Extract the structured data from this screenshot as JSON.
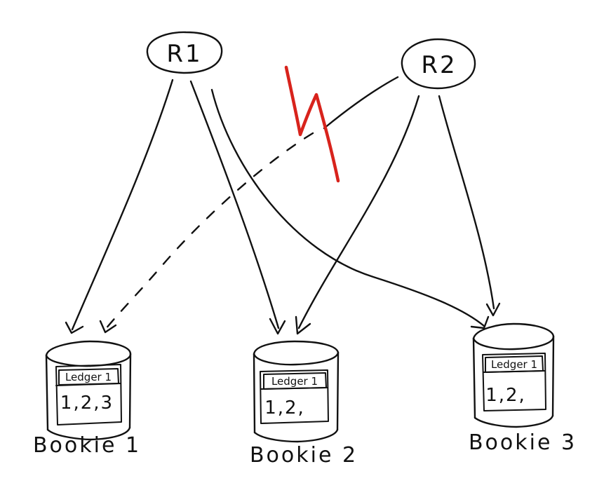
{
  "clients": [
    {
      "label": "R1"
    },
    {
      "label": "R2"
    }
  ],
  "bookies": [
    {
      "label": "Bookie 1",
      "ledger": "Ledger 1",
      "entries": "1,2,3"
    },
    {
      "label": "Bookie 2",
      "ledger": "Ledger 1",
      "entries": "1,2,"
    },
    {
      "label": "Bookie 3",
      "ledger": "Ledger 1",
      "entries": "1,2,"
    }
  ],
  "colors": {
    "ink": "#111111",
    "failure": "#d8231c"
  },
  "failure_marker": "lightning-bolt-icon"
}
